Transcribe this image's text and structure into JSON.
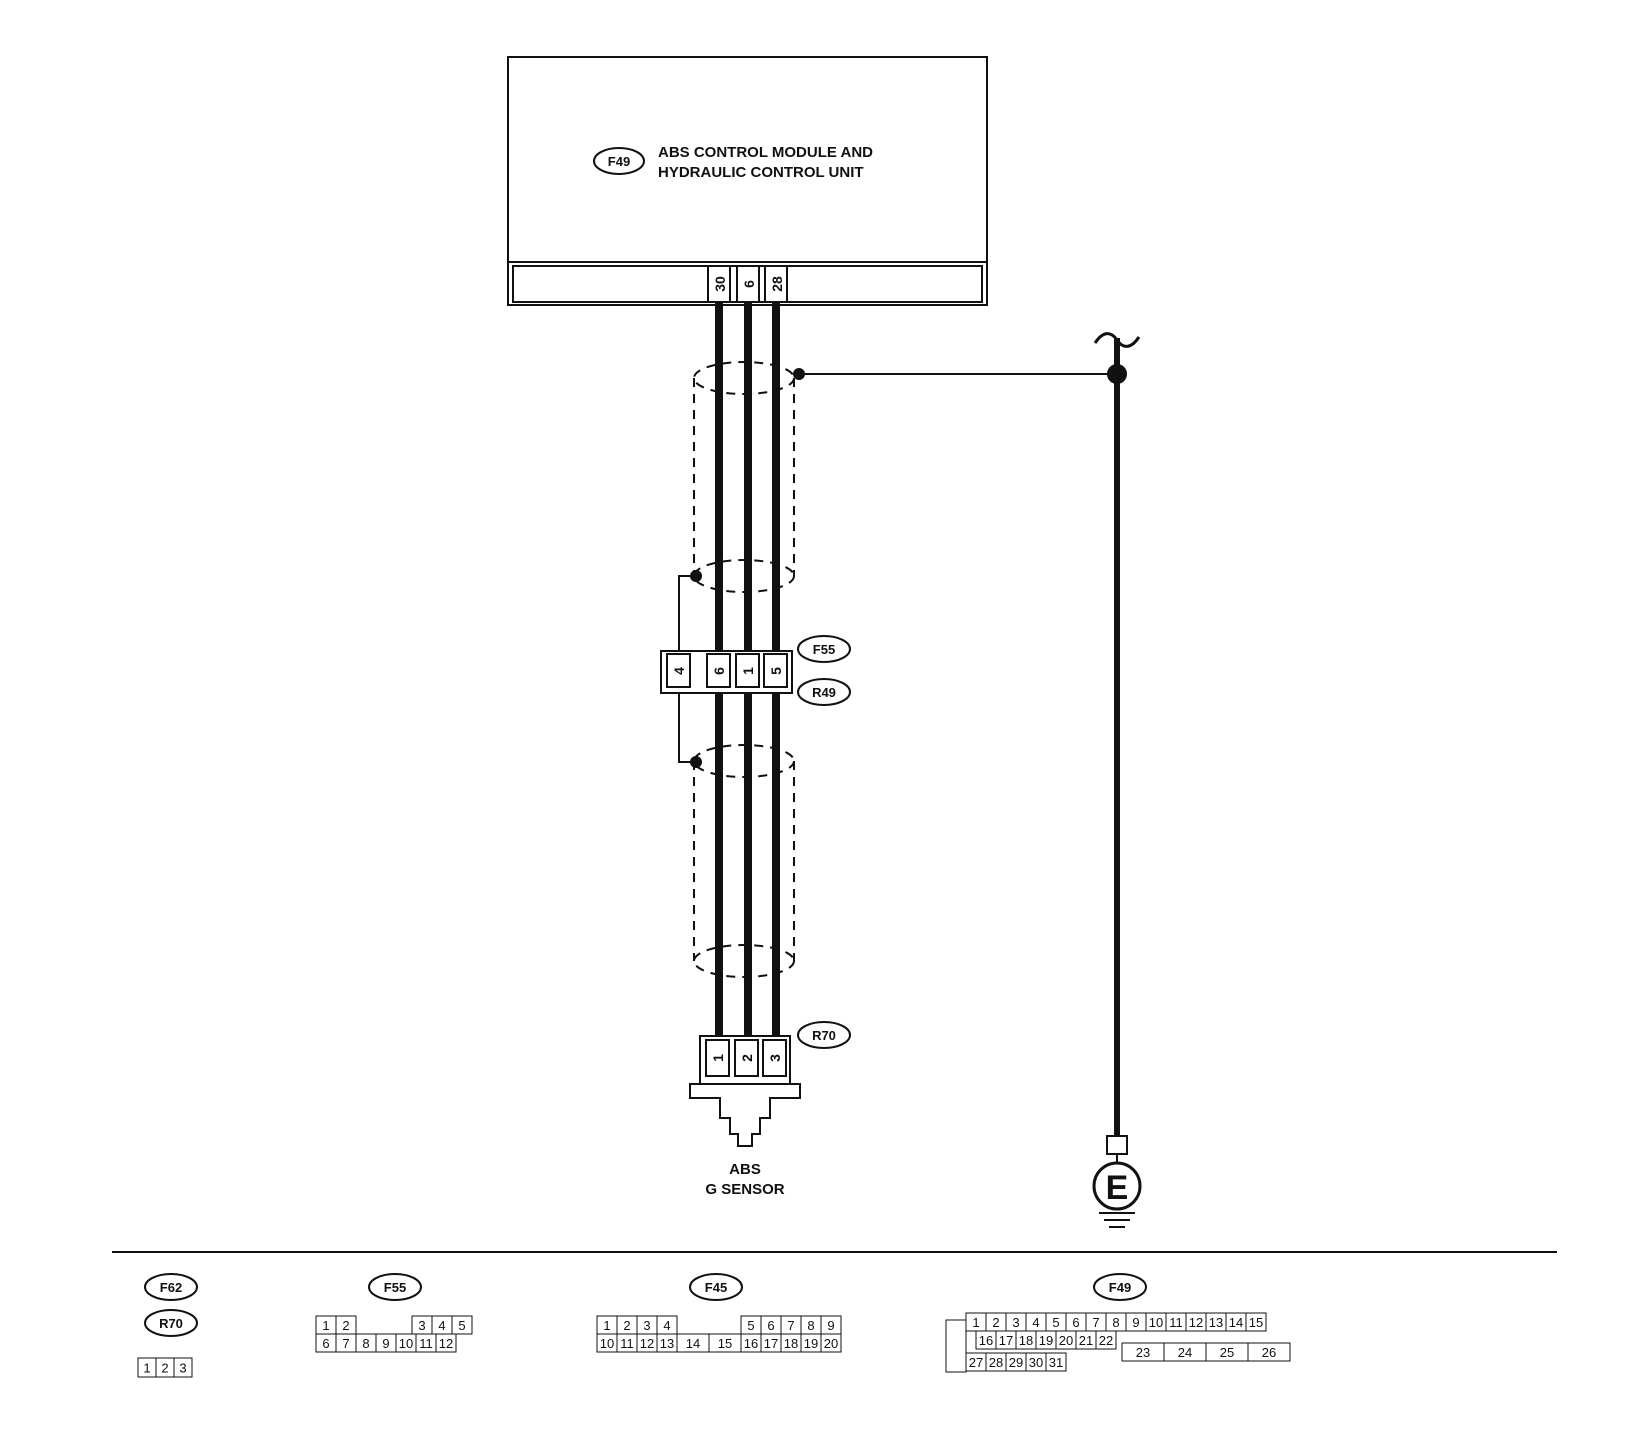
{
  "module": {
    "code": "F49",
    "name_line1": "ABS CONTROL MODULE AND",
    "name_line2": "HYDRAULIC  CONTROL UNIT",
    "pins": [
      "30",
      "6",
      "28"
    ]
  },
  "junction": {
    "codes": [
      "F55",
      "R49"
    ],
    "pins": [
      "4",
      "6",
      "1",
      "5"
    ]
  },
  "sensor": {
    "code": "R70",
    "pins": [
      "1",
      "2",
      "3"
    ],
    "label_line1": "ABS",
    "label_line2": "G SENSOR"
  },
  "ground": {
    "label": "E"
  },
  "connector_views": [
    {
      "codes": [
        "F62",
        "R70"
      ],
      "rows": [
        [
          "1",
          "2",
          "3"
        ]
      ]
    },
    {
      "codes": [
        "F55"
      ],
      "rows": [
        [
          "1",
          "2",
          "3",
          "4",
          "5"
        ],
        [
          "6",
          "7",
          "8",
          "9",
          "10",
          "11",
          "12"
        ]
      ]
    },
    {
      "codes": [
        "F45"
      ],
      "rows": [
        [
          "1",
          "2",
          "3",
          "4",
          "5",
          "6",
          "7",
          "8",
          "9"
        ],
        [
          "10",
          "11",
          "12",
          "13",
          "14",
          "15",
          "16",
          "17",
          "18",
          "19",
          "20"
        ]
      ]
    },
    {
      "codes": [
        "F49"
      ],
      "rows": [
        [
          "1",
          "2",
          "3",
          "4",
          "5",
          "6",
          "7",
          "8",
          "9",
          "10",
          "11",
          "12",
          "13",
          "14",
          "15"
        ],
        [
          "16",
          "17",
          "18",
          "19",
          "20",
          "21",
          "22",
          "23",
          "24",
          "25",
          "26"
        ],
        [
          "27",
          "28",
          "29",
          "30",
          "31"
        ]
      ]
    }
  ]
}
